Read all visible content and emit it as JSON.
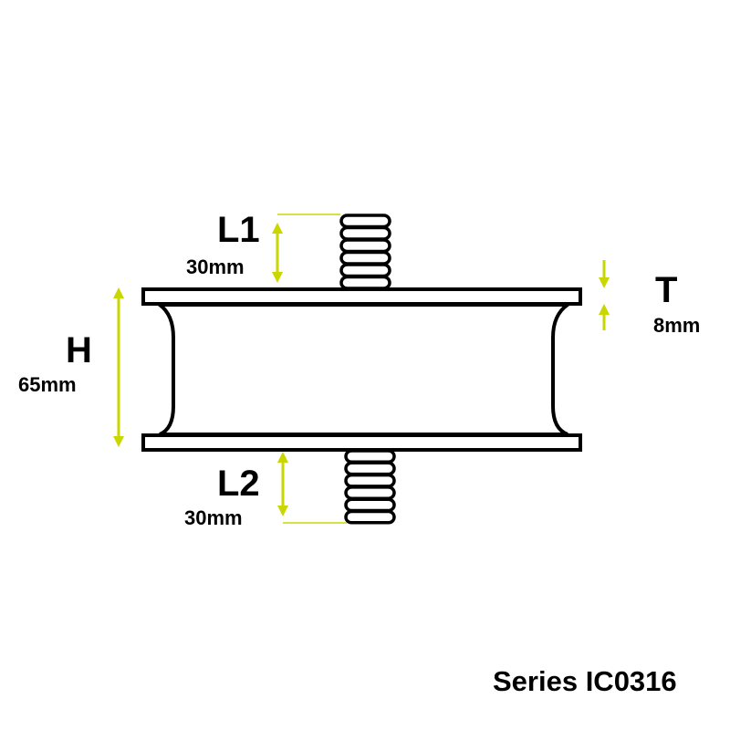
{
  "labels": {
    "l1": {
      "name": "L1",
      "value": "30mm"
    },
    "l2": {
      "name": "L2",
      "value": "30mm"
    },
    "h": {
      "name": "H",
      "value": "65mm"
    },
    "t": {
      "name": "T",
      "value": "8mm"
    }
  },
  "series": "Series IC0316",
  "colors": {
    "dimension": "#c9d600",
    "outline": "#000000"
  }
}
